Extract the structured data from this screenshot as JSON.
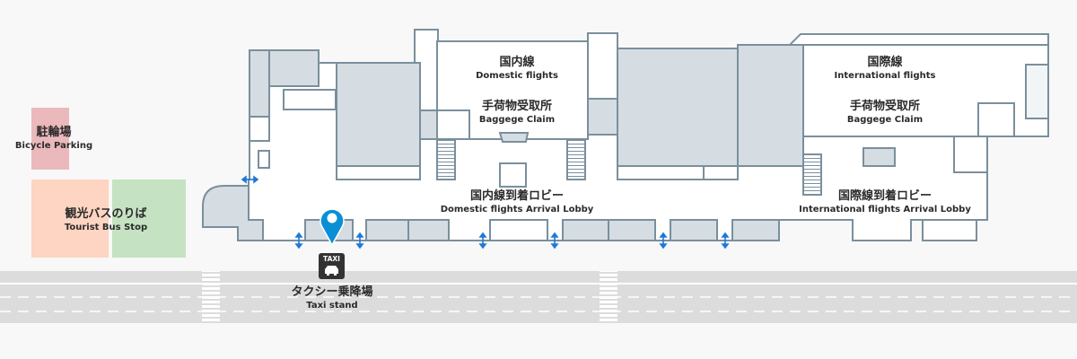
{
  "colors": {
    "bicycle": "#ebb9bb",
    "bus_left": "#fdd5c2",
    "bus_right": "#c5e3c2",
    "room_fill": "#d5dde2",
    "wall": "#7a8f9c",
    "road": "#dcdcdc",
    "pin": "#0a8fd6",
    "arrow": "#1e78d8"
  },
  "labels": {
    "bicycle_ja": "駐輪場",
    "bicycle_en": "Bicycle Parking",
    "bus_ja": "観光バスのりば",
    "bus_en": "Tourist Bus Stop",
    "dom_ja": "国内線",
    "dom_en": "Domestic flights",
    "dom_claim_ja": "手荷物受取所",
    "dom_claim_en": "Baggege Claim",
    "dom_lobby_ja": "国内線到着ロビー",
    "dom_lobby_en": "Domestic flights Arrival Lobby",
    "intl_ja": "国際線",
    "intl_en": "International flights",
    "intl_claim_ja": "手荷物受取所",
    "intl_claim_en": "Baggege Claim",
    "intl_lobby_ja": "国際線到着ロビー",
    "intl_lobby_en": "International  flights Arrival Lobby",
    "taxi_badge": "TAXI",
    "taxi_ja": "タクシー乗降場",
    "taxi_en": "Taxi stand"
  },
  "icons": {
    "pin": "location-pin-icon",
    "taxi": "taxi-icon",
    "door": "entrance-arrow-icon"
  }
}
